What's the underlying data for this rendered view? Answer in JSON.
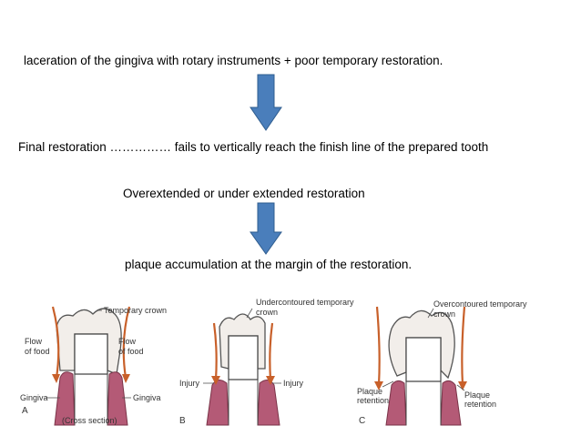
{
  "flow": {
    "step1": "laceration of the gingiva with rotary instruments + poor temporary restoration.",
    "step2": "Final restoration …………… fails to vertically reach the finish line of the prepared tooth",
    "step3": "Overextended or under extended restoration",
    "step4": "plaque accumulation at the margin of the restoration.",
    "arrow_color": "#4a7ebb"
  },
  "figures": {
    "a": {
      "panel_letter": "A",
      "crown_label": "Temporary crown",
      "flow_left": [
        "Flow",
        "of food"
      ],
      "flow_right": [
        "Flow",
        "of food"
      ],
      "gingiva_left": "Gingiva",
      "gingiva_right": "Gingiva",
      "caption": "(Cross section)"
    },
    "b": {
      "panel_letter": "B",
      "crown_label": [
        "Undercontoured temporary",
        "crown"
      ],
      "injury_left": "Injury",
      "injury_right": "Injury"
    },
    "c": {
      "panel_letter": "C",
      "crown_label": [
        "Overcontoured temporary",
        "crown"
      ],
      "plaque_left": [
        "Plaque",
        "retention"
      ],
      "plaque_right": [
        "Plaque",
        "retention"
      ]
    },
    "colors": {
      "gingiva": "#b45a76",
      "food_arrow": "#c8602a",
      "crown": "#f2eeea"
    }
  }
}
